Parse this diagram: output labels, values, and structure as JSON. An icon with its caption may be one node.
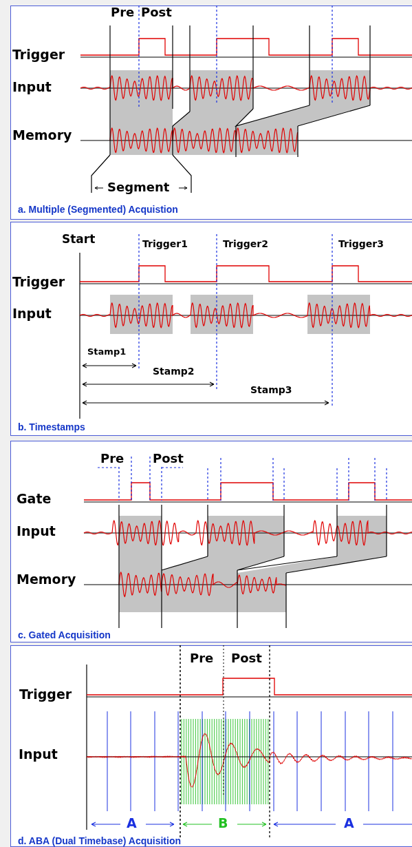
{
  "diagram": {
    "nodes": [
      {
        "text": [
          "a. Multiple (Segmented) Acquistion"
        ]
      },
      {
        "text": [
          "b. Timestamps"
        ]
      },
      {
        "text": [
          "c. Gated Acquisition"
        ]
      },
      {
        "text": [
          "d. ABA (Dual Timebase) Acquisition"
        ]
      }
    ],
    "labels": [
      "Pre",
      "Post",
      "Trigger",
      "Input",
      "Memory",
      "Segment",
      "Start",
      "Trigger1",
      "Trigger2",
      "Trigger3",
      "Trigger",
      "Input",
      "Stamp1",
      "Stamp2",
      "Stamp3",
      "Pre",
      "Post",
      "Gate",
      "Input",
      "Memory",
      "Pre",
      "Post",
      "Trigger",
      "Input",
      "A",
      "B",
      "A"
    ]
  }
}
